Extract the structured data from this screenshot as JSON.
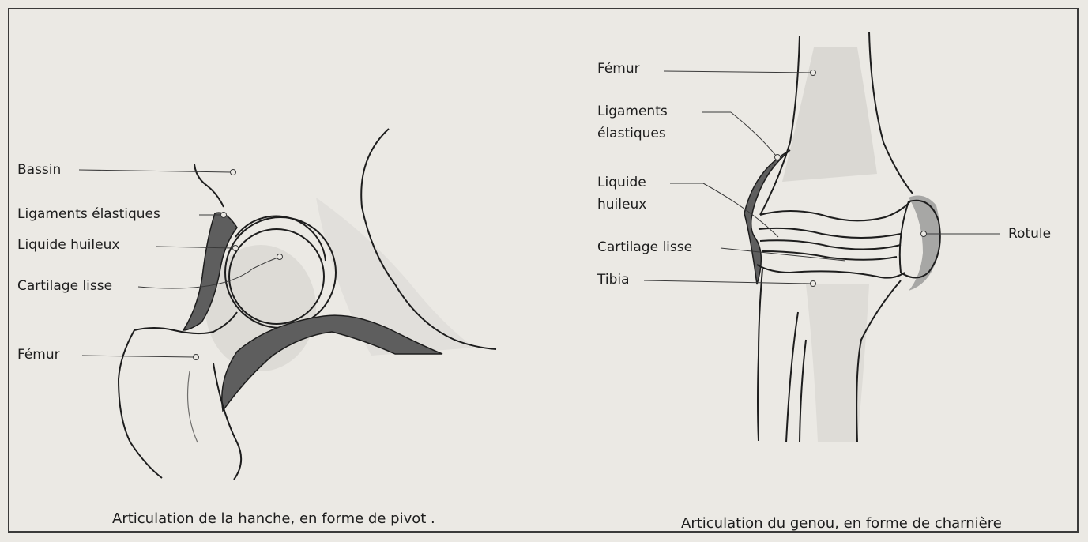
{
  "hip": {
    "labels": {
      "bassin": "Bassin",
      "ligaments": "Ligaments élastiques",
      "liquide": "Liquide huileux",
      "cartilage": "Cartilage lisse",
      "femur": "Fémur"
    },
    "caption": "Articulation de la hanche, en forme de pivot  ."
  },
  "knee": {
    "labels": {
      "femur": "Fémur",
      "ligaments_line1": "Ligaments",
      "ligaments_line2": "élastiques",
      "liquide_line1": "Liquide",
      "liquide_line2": "huileux",
      "cartilage": "Cartilage lisse",
      "tibia": "Tibia",
      "rotule": "Rotule"
    },
    "caption": "Articulation du genou, en forme de charnière"
  },
  "colors": {
    "ink": "#1d1d1d",
    "shading": "#5e5e5e",
    "paper": "#ebe9e4"
  }
}
